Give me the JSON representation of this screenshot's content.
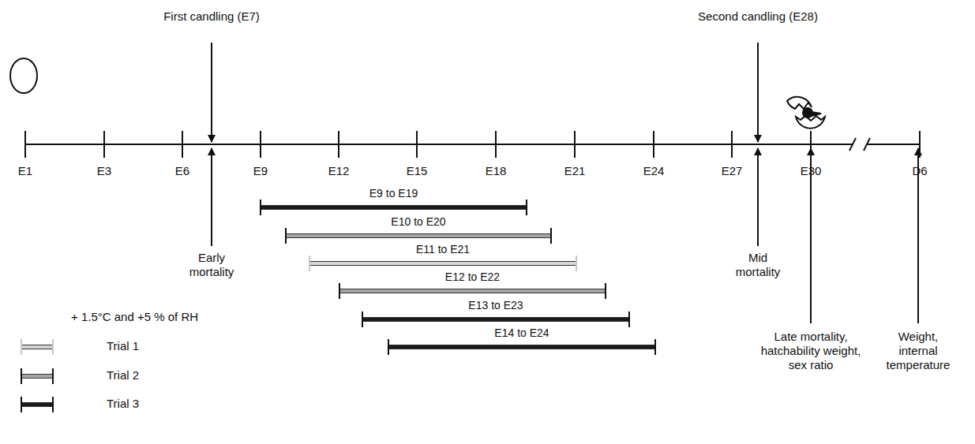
{
  "diagram": {
    "nodes": [
      {
        "text": [
          "E9 to E19"
        ]
      },
      {
        "text": [
          "E10 to E20"
        ]
      },
      {
        "text": [
          "E11 to E21"
        ]
      },
      {
        "text": [
          "E12 to E22"
        ]
      },
      {
        "text": [
          "E13 to E23"
        ]
      },
      {
        "text": [
          "E14 to E24"
        ]
      }
    ],
    "labels": [
      "First candling (E7)",
      "Second candling (E28)",
      "E1",
      "E3",
      "E6",
      "E9",
      "E12",
      "E15",
      "E18",
      "E21",
      "E24",
      "E27",
      "E30",
      "D6",
      "Early mortality",
      "Mid mortality",
      "Late mortality, hatchability weight, sex ratio",
      "Weight, internal temperature",
      "+ 1.5°C and +5 % of RH"
    ],
    "legend": [
      {
        "text": "Trial 1",
        "color": "#d6d6d6"
      },
      {
        "text": "Trial 2",
        "color": "#a6a6a6"
      },
      {
        "text": "Trial 3",
        "color": "#1a1a1a"
      }
    ]
  }
}
